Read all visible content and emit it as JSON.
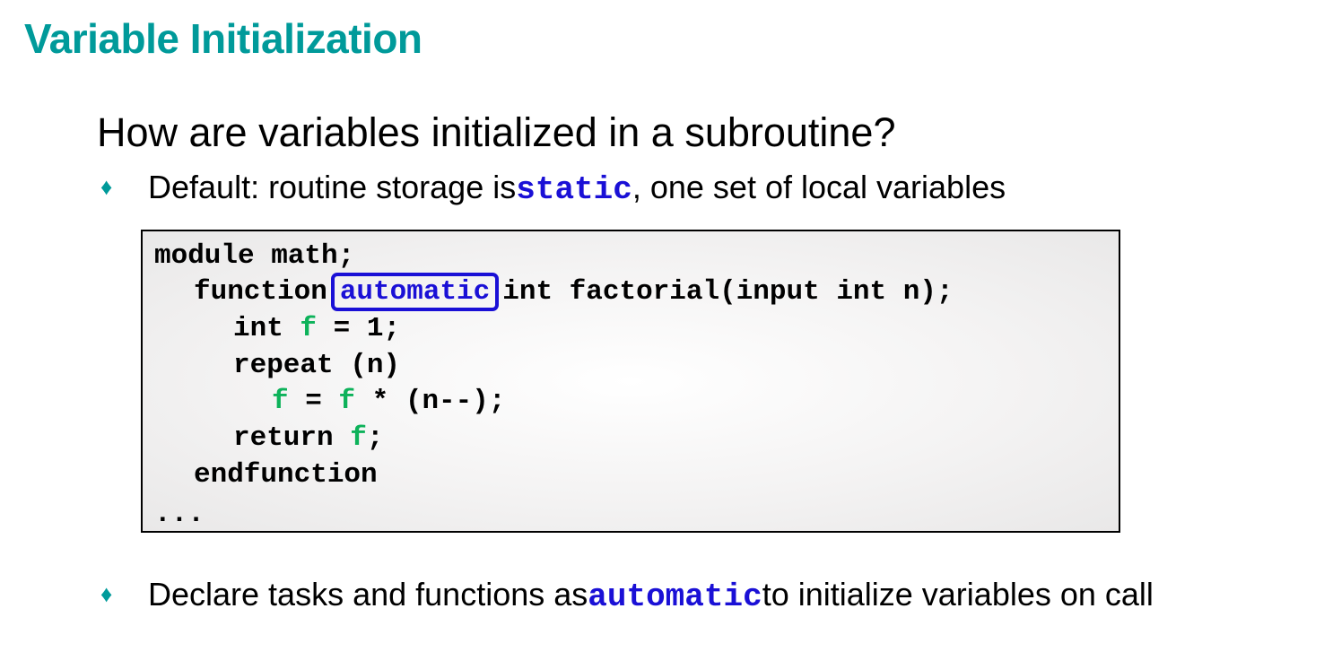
{
  "slide": {
    "title": "Variable Initialization",
    "question": "How are variables initialized in a subroutine?"
  },
  "bullets": [
    {
      "icon": "diamond-bullet-icon",
      "prefix": "Default: routine storage is ",
      "keyword": "static",
      "suffix": ", one set of local variables"
    },
    {
      "icon": "diamond-bullet-icon",
      "prefix": "Declare tasks and functions as ",
      "keyword": "automatic",
      "suffix": " to initialize variables on call"
    }
  ],
  "code": {
    "line1": "module math;",
    "line2_a": "function",
    "line2_kw": "automatic",
    "line2_b": "int factorial(input int n);",
    "line3_a": "int ",
    "line3_var": "f",
    "line3_b": " = 1;",
    "line4": "repeat (n)",
    "line5_var1": "f",
    "line5_a": " = ",
    "line5_var2": "f",
    "line5_b": " * (n--);",
    "line6_a": "return ",
    "line6_var": "f",
    "line6_b": ";",
    "line7": "endfunction",
    "line8": "..."
  },
  "colors": {
    "title": "#009a9a",
    "keyword": "#1a10d6",
    "variable": "#0db25a",
    "bullet": "#009a9a"
  }
}
